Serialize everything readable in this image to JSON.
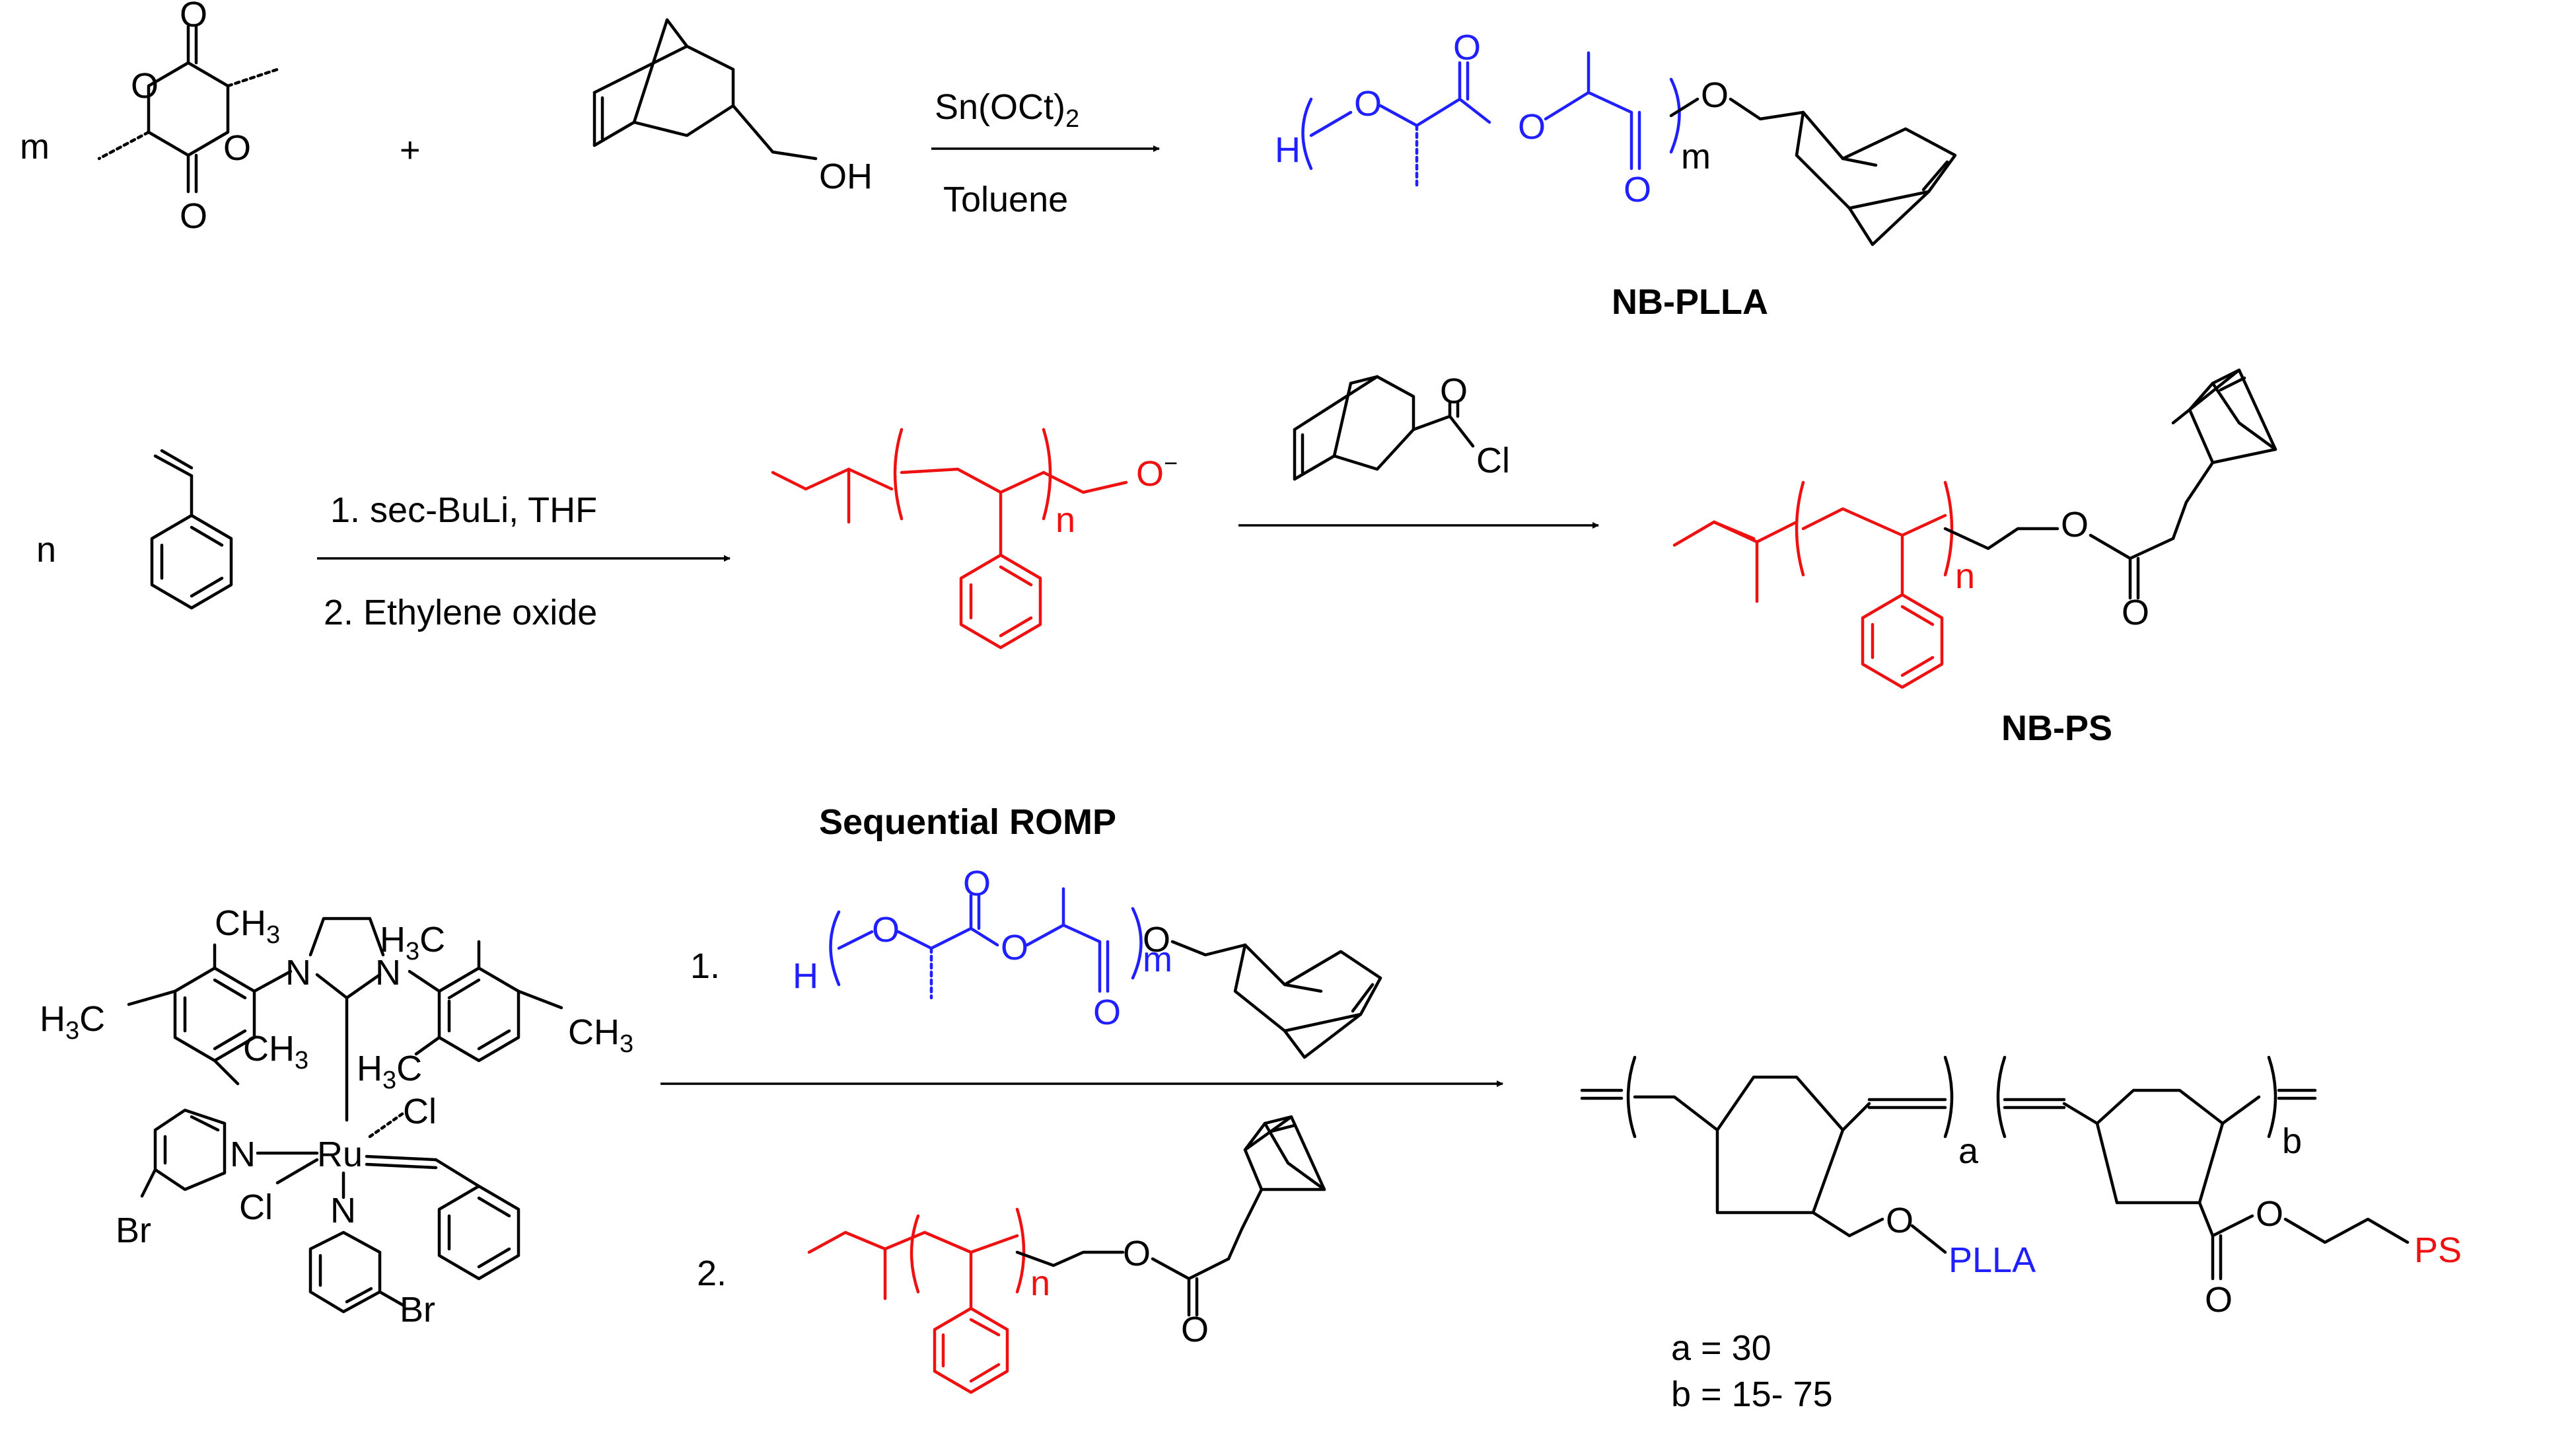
{
  "row1": {
    "coef_lactide": "m",
    "plus": "+",
    "oh": "OH",
    "catalyst": "Sn(OCt)",
    "catalyst_sub": "2",
    "solvent": "Toluene",
    "h": "H",
    "o": "O",
    "repeat_m": "m",
    "product_name": "NB-PLLA"
  },
  "row2": {
    "coef_styrene": "n",
    "step1": "1. sec-BuLi, THF",
    "step2": "2. Ethylene oxide",
    "repeat_n": "n",
    "o_minus": "O",
    "minus": "−",
    "o": "O",
    "cl": "Cl",
    "product_name": "NB-PS"
  },
  "row3": {
    "title": "Sequential  ROMP",
    "ch3": "CH",
    "h3c": "H",
    "three": "3",
    "c_after_h3": "C",
    "n": "N",
    "ru": "Ru",
    "cl": "Cl",
    "br": "Br",
    "step1_num": "1.",
    "step2_num": "2.",
    "h": "H",
    "o": "O",
    "repeat_m": "m",
    "repeat_n": "n",
    "sub_a": "a",
    "sub_b": "b",
    "pll_label": "PLLA",
    "ps_label": "PS",
    "a_value": "a = 30",
    "b_value": "b = 15- 75"
  },
  "colors": {
    "plla": "#1f1fff",
    "ps": "#ee1111",
    "ink": "#000000"
  }
}
